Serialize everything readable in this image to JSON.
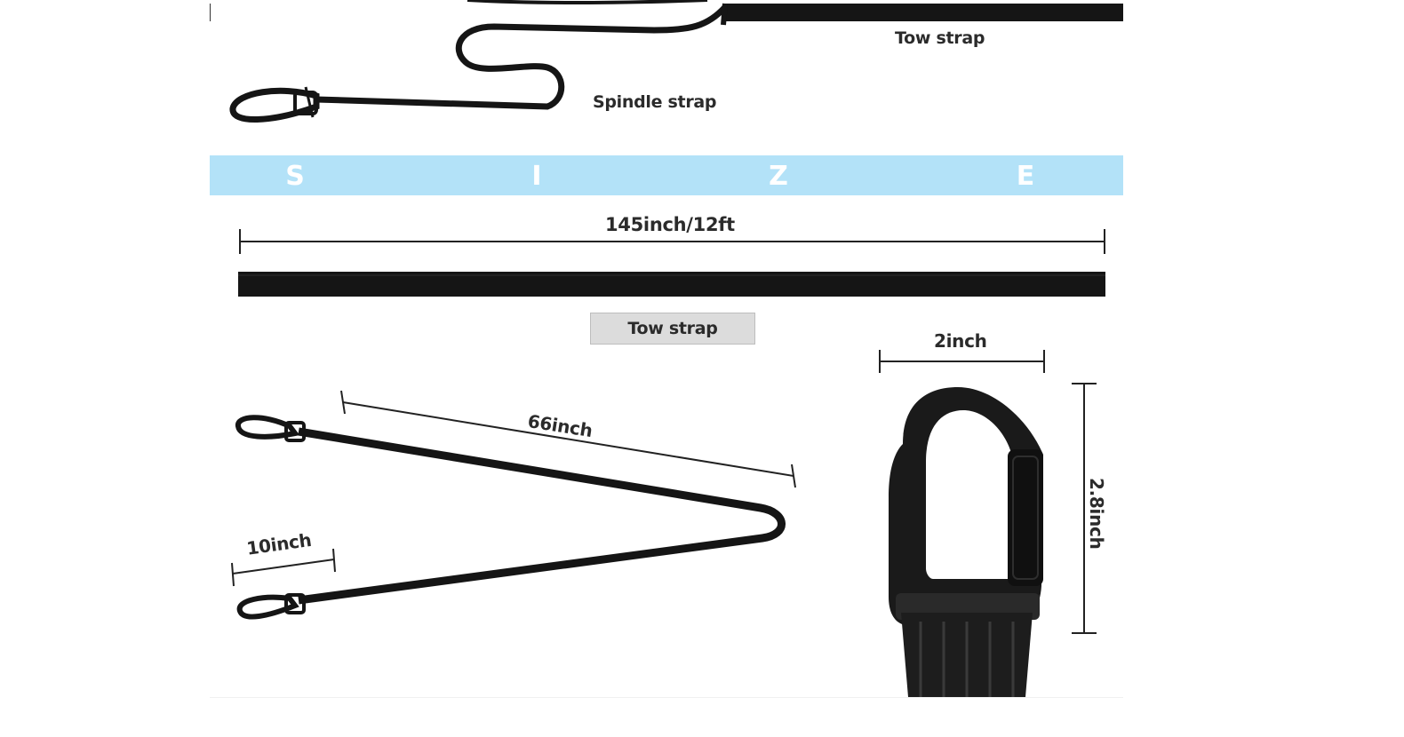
{
  "labels": {
    "tow_strap_top": "Tow strap",
    "spindle_strap": "Spindle strap",
    "length_145": "145inch/12ft",
    "tow_strap_box": "Tow strap",
    "width_2inch": "2inch",
    "length_66inch": "66inch",
    "length_10inch": "10inch",
    "height_2_8inch": "2.8inch"
  },
  "size_band": {
    "letters": [
      "S",
      "I",
      "Z",
      "E"
    ],
    "color": "#b3e2f8"
  },
  "colors": {
    "strap": "#151515",
    "text": "#2b2b2b",
    "box_bg": "#dcdcdc"
  }
}
